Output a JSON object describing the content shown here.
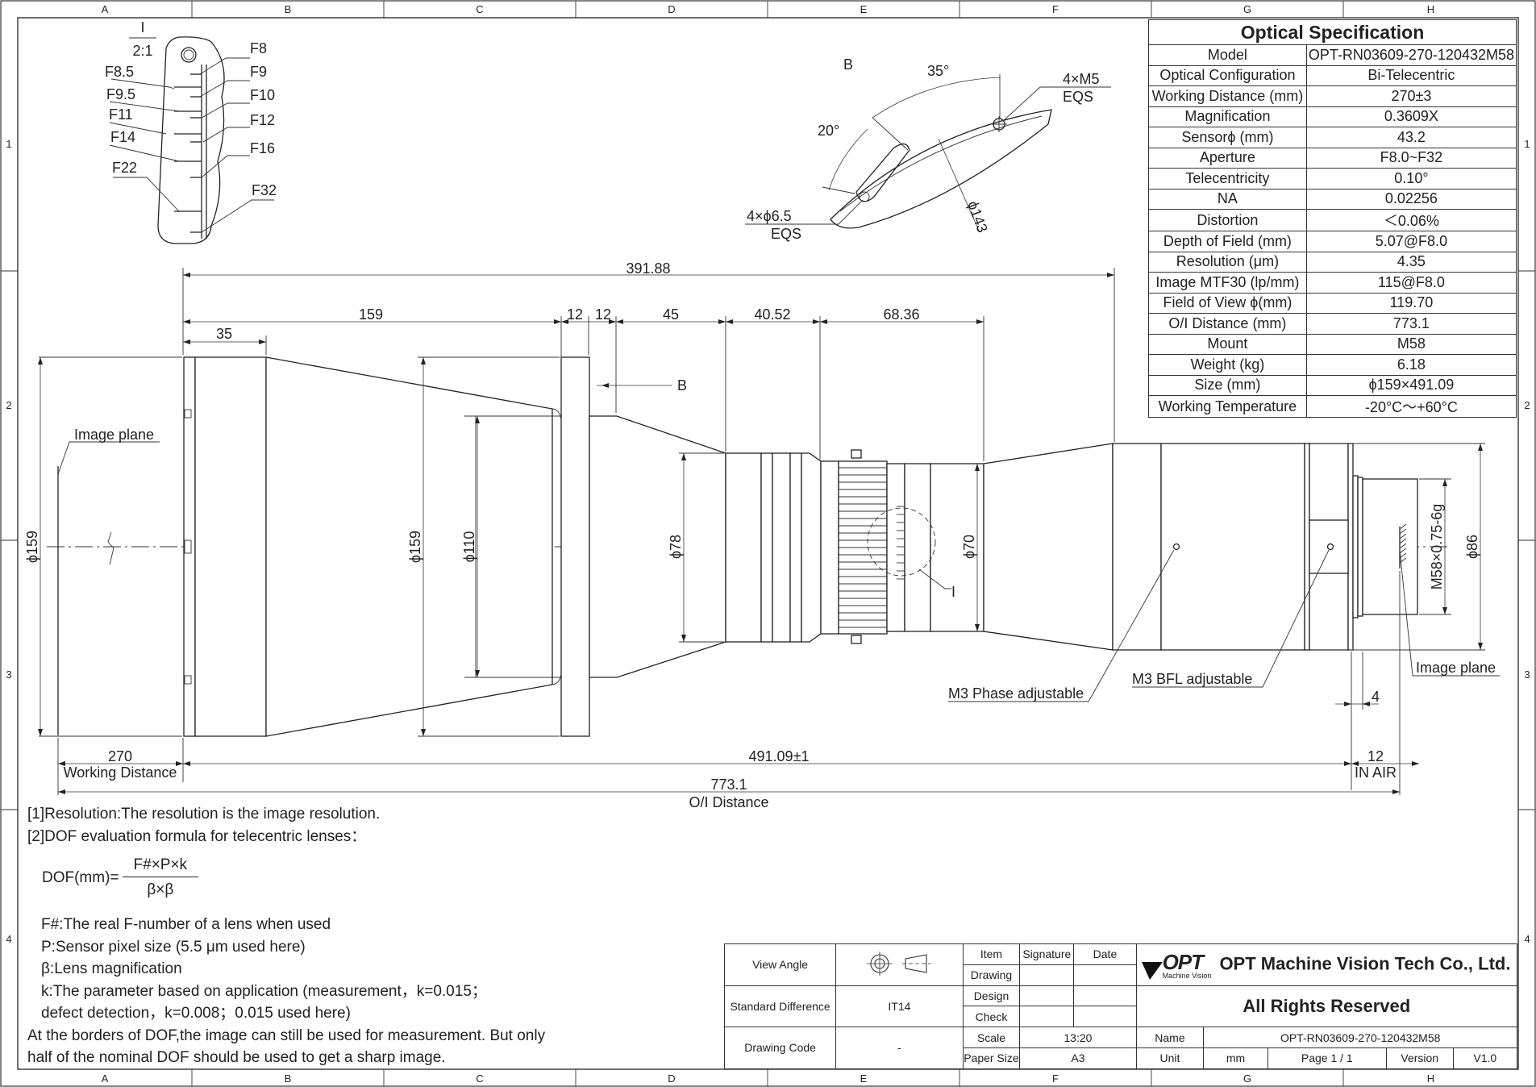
{
  "grid": {
    "columns": [
      "A",
      "B",
      "C",
      "D",
      "E",
      "F",
      "G",
      "H"
    ],
    "rows": [
      "1",
      "2",
      "3",
      "4"
    ]
  },
  "aperture_scale": {
    "detail": "I",
    "scale": "2:1",
    "marks": [
      "F8",
      "F8.5",
      "F9",
      "F9.5",
      "F10",
      "F11",
      "F12",
      "F14",
      "F16",
      "F22",
      "F32"
    ]
  },
  "view_b": {
    "label": "B",
    "angle_large": "35°",
    "angle_small": "20°",
    "screw_qty": "4×M5",
    "screw_note": "EQS",
    "hole_qty": "4×ϕ6.5",
    "hole_note": "EQS",
    "circle_dia": "ϕ143"
  },
  "dimensions": {
    "overall_length_top": "391.88",
    "d159": "159",
    "d35": "35",
    "d12a": "12",
    "d12b": "12",
    "d45": "45",
    "d40_52": "40.52",
    "d68_36": "68.36",
    "dia159_left": "ϕ159",
    "dia159_mid": "ϕ159",
    "dia110": "ϕ110",
    "dia78": "ϕ78",
    "dia70": "ϕ70",
    "dia86": "ϕ86",
    "thread": "M58×0.75-6g",
    "d4": "4",
    "working_distance_value": "270",
    "working_distance_label": "Working Distance",
    "length_value": "491.09±1",
    "in_air_value": "12",
    "in_air_label": "IN AIR",
    "oi_value": "773.1",
    "oi_label": "O/I Distance"
  },
  "callouts": {
    "image_plane_left": "Image plane",
    "image_plane_right": "Image plane",
    "view_arrow": "B",
    "detail": "I",
    "phase": "M3 Phase adjustable",
    "bfl": "M3 BFL adjustable"
  },
  "spec": {
    "title": "Optical Specification",
    "rows": [
      {
        "k": "Model",
        "v": "OPT-RN03609-270-120432M58"
      },
      {
        "k": "Optical Configuration",
        "v": "Bi-Telecentric"
      },
      {
        "k": "Working Distance (mm)",
        "v": "270±3"
      },
      {
        "k": "Magnification",
        "v": "0.3609X"
      },
      {
        "k": "Sensorϕ (mm)",
        "v": "43.2"
      },
      {
        "k": "Aperture",
        "v": "F8.0~F32"
      },
      {
        "k": "Telecentricity",
        "v": "0.10°"
      },
      {
        "k": "NA",
        "v": "0.02256"
      },
      {
        "k": "Distortion",
        "v": "＜0.06%"
      },
      {
        "k": "Depth of Field (mm)",
        "v": "5.07@F8.0"
      },
      {
        "k": "Resolution (μm)",
        "v": "4.35"
      },
      {
        "k": "Image MTF30 (lp/mm)",
        "v": "115@F8.0"
      },
      {
        "k": "Field of View ϕ(mm)",
        "v": "119.70"
      },
      {
        "k": "O/I Distance (mm)",
        "v": "773.1"
      },
      {
        "k": "Mount",
        "v": "M58"
      },
      {
        "k": "Weight (kg)",
        "v": "6.18"
      },
      {
        "k": "Size (mm)",
        "v": "ϕ159×491.09"
      },
      {
        "k": "Working Temperature",
        "v": "-20°C～+60°C"
      }
    ]
  },
  "notes": {
    "n1": "[1]Resolution:The resolution is  the image resolution.",
    "n2": "[2]DOF evaluation formula for telecentric lenses：",
    "formula_lhs": "DOF(mm)=",
    "formula_num": "F#×P×k",
    "formula_den": "β×β",
    "l1": "F#:The real F-number of a lens when used",
    "l2": "P:Sensor pixel size (5.5 μm used here)",
    "l3": "β:Lens magnification",
    "l4": "k:The parameter based on application (measurement，k=0.015；",
    "l5": "defect detection，k=0.008；0.015 used here)",
    "l6": "At the borders of DOF,the image can still be used for measurement. But only",
    "l7": "half of the nominal DOF should be used to get a sharp image."
  },
  "title_block": {
    "view_angle": "View Angle",
    "std_diff": "Standard Difference",
    "std_diff_value": "IT14",
    "drawing_code": "Drawing Code",
    "drawing_code_value": "-",
    "item": "Item",
    "signature": "Signature",
    "date": "Date",
    "drawing": "Drawing",
    "design": "Design",
    "check": "Check",
    "scale": "Scale",
    "scale_value": "13:20",
    "paper_size": "Paper Size",
    "paper_size_value": "A3",
    "logo": "OPT",
    "logo_sub": "Machine Vision",
    "company": "OPT Machine Vision Tech Co., Ltd.",
    "rights": "All Rights Reserved",
    "name": "Name",
    "name_value": "OPT-RN03609-270-120432M58",
    "unit": "Unit",
    "unit_value": "mm",
    "page": "Page  1 / 1",
    "version": "Version",
    "version_value": "V1.0"
  }
}
